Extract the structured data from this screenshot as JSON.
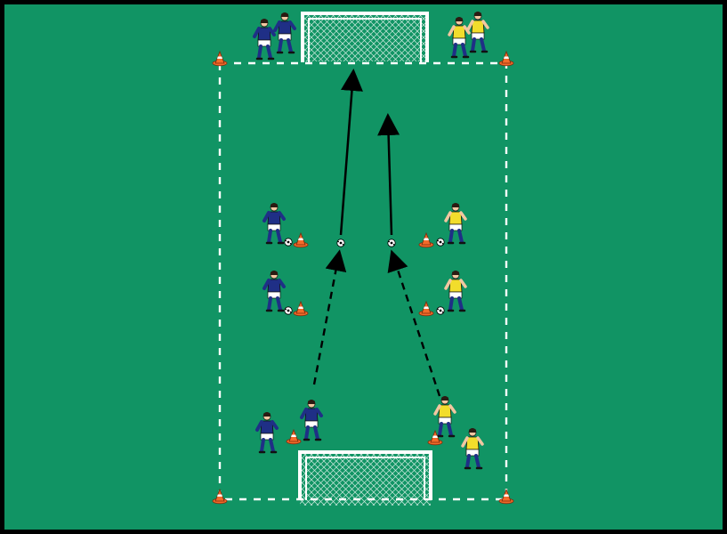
{
  "diagram": {
    "kind": "soccer-drill",
    "colors": {
      "background": "#000000",
      "pitch": "#119464",
      "field_lines": "#ffffff",
      "goal_net": "#ffffff",
      "cone": "#f26b2a",
      "team_a_shirt": "#1f2f86",
      "team_b_shirt": "#f2dd2c",
      "shorts": "#ffffff",
      "arrow": "#000000"
    },
    "icons": [
      "goal-top",
      "goal-bottom",
      "cone",
      "ball",
      "player-blue",
      "player-yellow",
      "solid-arrow",
      "dashed-arrow"
    ]
  }
}
